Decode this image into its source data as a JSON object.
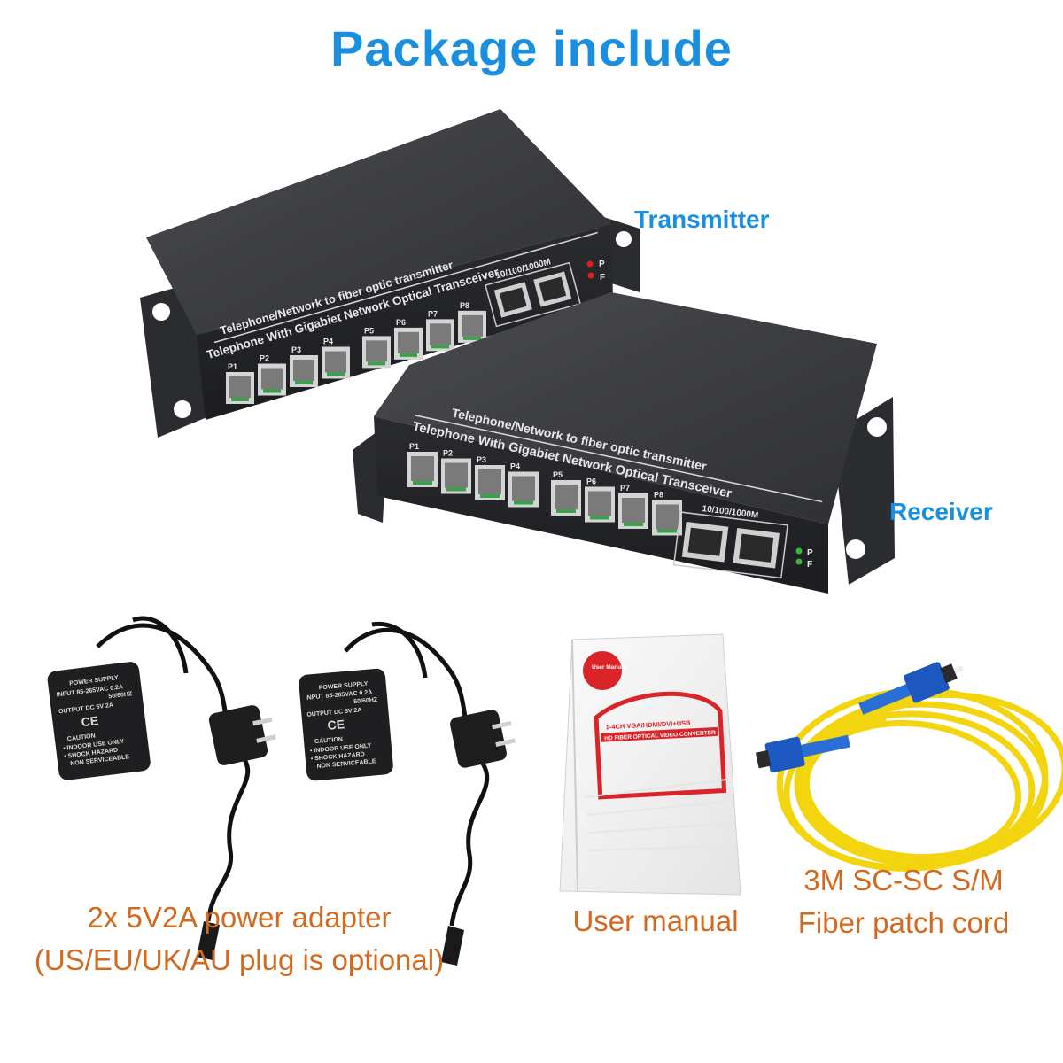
{
  "title": "Package include",
  "devices": {
    "transmitter": {
      "label": "Transmitter",
      "line1": "Telephone/Network to fiber optic transmitter",
      "line2": "Telephone With Gigabiet Network Optical Transceiver",
      "speed": "10/100/1000M",
      "ports": [
        "P1",
        "P2",
        "P3",
        "P4",
        "P5",
        "P6",
        "P7",
        "P8"
      ],
      "leds": [
        "P",
        "F"
      ]
    },
    "receiver": {
      "label": "Receiver",
      "line1": "Telephone/Network to fiber optic transmitter",
      "line2": "Telephone With Gigabiet Network Optical Transceiver",
      "speed": "10/100/1000M",
      "ports": [
        "P1",
        "P2",
        "P3",
        "P4",
        "P5",
        "P6",
        "P7",
        "P8"
      ],
      "leds": [
        "P",
        "F"
      ]
    }
  },
  "adapter": {
    "caption_line1": "2x 5V2A power adapter",
    "caption_line2": "(US/EU/UK/AU plug is optional)",
    "print": {
      "heading": "POWER SUPPLY",
      "input": "INPUT  85-265VAC 0.2A",
      "freq": "50/60HZ",
      "output": "OUTPUT  DC 5V 2A",
      "ce": "CE",
      "caution": "CAUTION",
      "c1": "• INDOOR USE ONLY",
      "c2": "• SHOCK HAZARD",
      "c3": "NON SERVICEABLE"
    }
  },
  "manual": {
    "caption": "User manual",
    "badge": "User Manual",
    "line1": "1-4CH VGA/HDMI/DVI+USB",
    "line2": "HD FIBER OPTICAL VIDEO CONVERTER"
  },
  "cable": {
    "caption_line1": "3M SC-SC S/M",
    "caption_line2": "Fiber patch cord"
  }
}
